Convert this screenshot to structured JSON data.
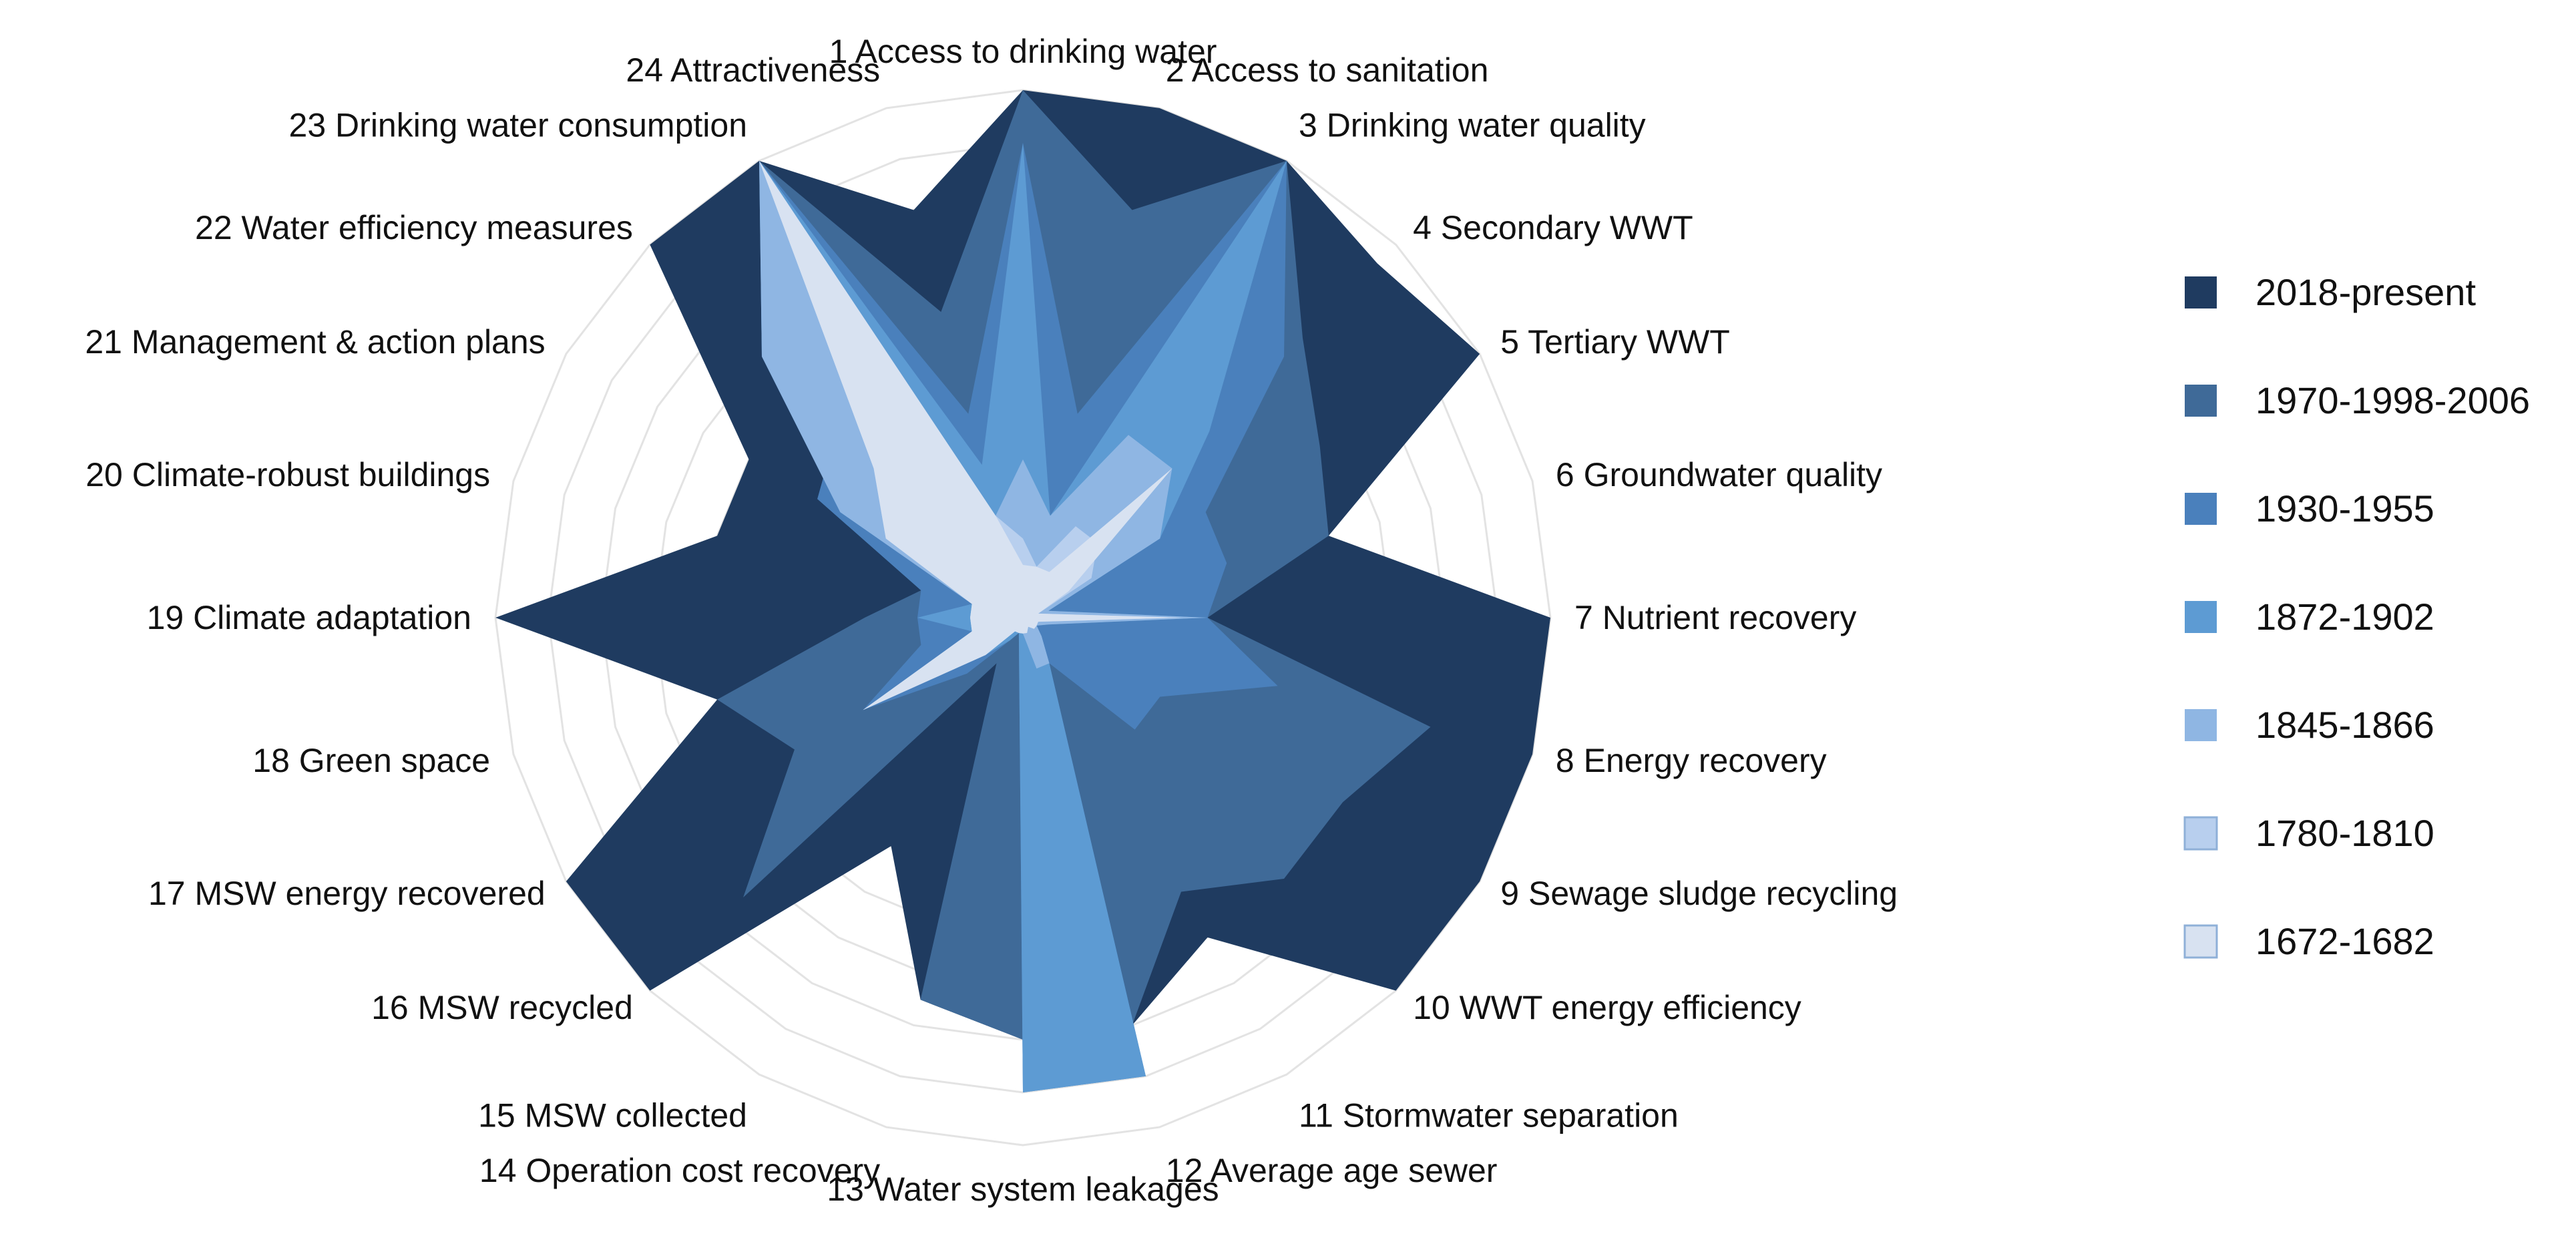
{
  "chart_data": {
    "type": "radar",
    "title": "",
    "axes": [
      "1 Access to drinking water",
      "2 Access to sanitation",
      "3 Drinking water quality",
      "4 Secondary WWT",
      "5 Tertiary WWT",
      "6 Groundwater quality",
      "7 Nutrient recovery",
      "8 Energy recovery",
      "9 Sewage sludge recycling",
      "10 WWT energy efficiency",
      "11 Stormwater separation",
      "12 Average age sewer",
      "13 Water system leakages",
      "14 Operation cost recovery",
      "15 MSW collected",
      "16 MSW recycled",
      "17 MSW energy recovered",
      "18 Green space",
      "19 Climate adaptation",
      "20 Climate-robust buildings",
      "21 Management & action plans",
      "22 Water efficiency measures",
      "23 Drinking water consumption",
      "24 Attractiveness"
    ],
    "range": [
      0,
      10
    ],
    "grid": true,
    "legend_position": "right",
    "series": [
      {
        "name": "2018-present",
        "color": "#1f3b60",
        "values": [
          10,
          10,
          10,
          9.5,
          10,
          6,
          10,
          10,
          10,
          10,
          7,
          8,
          8,
          7.5,
          5,
          10,
          10,
          6,
          10,
          6,
          6,
          10,
          10,
          8
        ]
      },
      {
        "name": "1970-1998-2006",
        "color": "#3f6a98",
        "values": [
          10,
          8,
          10,
          7.5,
          6.5,
          6,
          3.5,
          8,
          7,
          7,
          6,
          8,
          8,
          7.5,
          1,
          7.5,
          5,
          6,
          3,
          2,
          4.5,
          5,
          10,
          6
        ]
      },
      {
        "name": "1930-1955",
        "color": "#4a80bc",
        "values": [
          9,
          4,
          10,
          7,
          4,
          4,
          3.5,
          5,
          3,
          3,
          1,
          9,
          9,
          0.3,
          0.5,
          1.5,
          3.5,
          2,
          2,
          2,
          4.5,
          5,
          10,
          4
        ]
      },
      {
        "name": "1872-1902",
        "color": "#5d9bd3",
        "values": [
          9,
          2,
          10,
          5,
          3,
          0.5,
          3.5,
          0.5,
          0.3,
          0.5,
          1,
          9,
          9,
          0.3,
          0.5,
          1,
          3.5,
          1,
          2,
          1,
          4,
          7,
          10,
          3
        ]
      },
      {
        "name": "1845-1866",
        "color": "#8fb6e3",
        "values": [
          3,
          2,
          4,
          4,
          3,
          0.5,
          3.5,
          0.5,
          0.3,
          0.5,
          1,
          1,
          0.3,
          0.3,
          0.3,
          1,
          3.5,
          1,
          1,
          1,
          4,
          7,
          10,
          2
        ]
      },
      {
        "name": "1780-1810",
        "color": "#b8cfee",
        "values": [
          1.5,
          1,
          2,
          2,
          1.5,
          0.3,
          3,
          0.3,
          0.3,
          0.3,
          0.2,
          0.3,
          0.3,
          0.3,
          0.3,
          1,
          3.5,
          1,
          1,
          1,
          3,
          4,
          10,
          2
        ]
      },
      {
        "name": "1672-1682",
        "color": "#d8e2f1",
        "values": [
          1,
          1,
          1,
          4,
          1,
          0.3,
          3,
          0.3,
          0.3,
          0.3,
          0.2,
          0.3,
          0.3,
          0.3,
          0.3,
          1,
          3.5,
          1,
          1,
          1,
          3,
          4,
          10,
          2
        ]
      }
    ]
  }
}
